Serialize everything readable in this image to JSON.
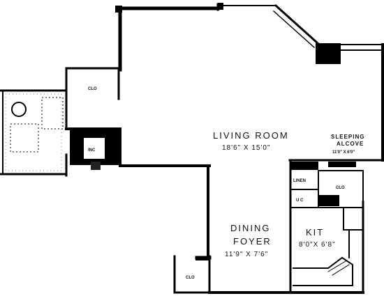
{
  "rooms": {
    "living_room": {
      "name": "LIVING ROOM",
      "dims": "18'6\" X 15'0\""
    },
    "sleeping_alcove": {
      "name_line1": "SLEEPING",
      "name_line2": "ALCOVE",
      "dims": "11'0\" X 6'0\""
    },
    "dining_foyer": {
      "name_line1": "DINING",
      "name_line2": "FOYER",
      "dims": "11'9\" X 7'6\""
    },
    "kitchen": {
      "name": "KIT",
      "dims": "8'0\"X 6'8\""
    }
  },
  "closets": {
    "upper_clo": "CLO",
    "lower_left_clo": "CLO",
    "alcove_clo": "CLO",
    "linen": "LINEN",
    "utility": "U C",
    "inc": "INC"
  }
}
